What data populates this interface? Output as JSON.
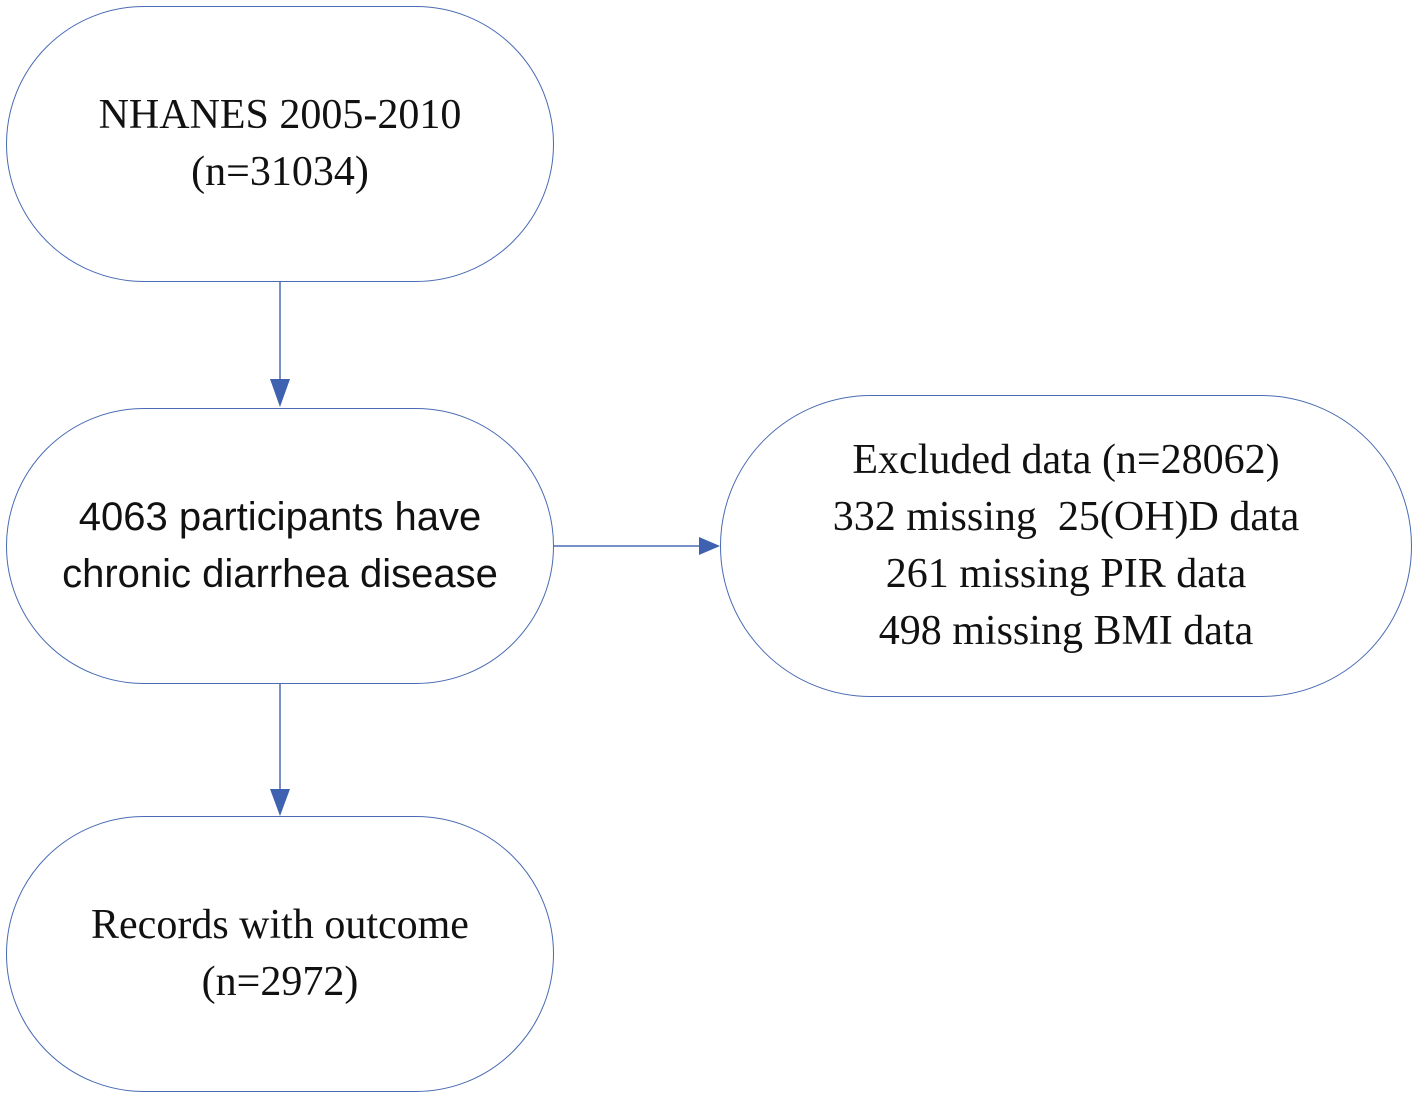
{
  "colors": {
    "stroke": "#4a6bb3",
    "arrow": "#3f62b0",
    "text": "#111111",
    "background": "#ffffff"
  },
  "nodes": {
    "source": {
      "lines": [
        "NHANES 2005-2010",
        "(n=31034)"
      ]
    },
    "cohort": {
      "lines": [
        "4063 participants have",
        "chronic diarrhea disease"
      ]
    },
    "outcome": {
      "lines": [
        "Records with outcome",
        "(n=2972)"
      ]
    },
    "excluded": {
      "lines": [
        "Excluded data (n=28062)",
        "332 missing  25(OH)D data",
        "261 missing PIR data",
        "498 missing BMI data"
      ]
    }
  }
}
